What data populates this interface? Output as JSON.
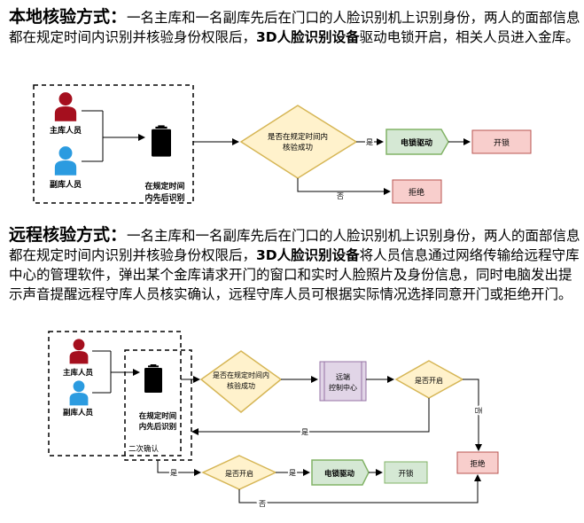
{
  "local": {
    "heading": "本地核验方式",
    "sep": "：",
    "text1": "一名主库和一名副库先后在门口的人脸识别机上识别身份，两人的面部信息都在规定时间内识别并核验身份权限后，",
    "emph": "3D人脸识别设备",
    "text2": "驱动电锁开启，相关人员进入金库。"
  },
  "remote": {
    "heading": "远程核验方式",
    "sep": "：",
    "text1": "一名主库和一名副库先后在门口的人脸识别机上识别身份，两人的面部信息都在规定时间内识别并核验身份权限后，",
    "emph": "3D人脸识别设备",
    "text2": "将人员信息通过网络传输给远程守库中心的管理软件，弹出某个金库请求开门的窗口和实时人脸照片及身份信息，同时电脑发出提示声音提醒远程守库人员核实确认，远程守库人员可根据实际情况选择同意开门或拒绝开门。"
  },
  "diagram1": {
    "person_main": "主库人员",
    "person_sub": "副库人员",
    "device_line1": "在规定时间",
    "device_line2": "内先后识别",
    "decision_line1": "是否在规定时间内",
    "decision_line2": "核验成功",
    "yes": "是",
    "no": "否",
    "drive": "电锁驱动",
    "open": "开锁",
    "reject": "拒绝"
  },
  "diagram2": {
    "person_main": "主库人员",
    "person_sub": "副库人员",
    "device_line1": "在规定时间",
    "device_line2": "内先后识别",
    "decision_line1": "是否在规定时间内",
    "decision_line2": "核验成功",
    "remote_line1": "远端",
    "remote_line2": "控制中心",
    "allow_q": "是否开启",
    "second_confirm": "二次确认",
    "yes": "是",
    "no": "否",
    "open_q": "是否开启",
    "drive": "电锁驱动",
    "open": "开锁",
    "reject": "拒绝"
  },
  "colors": {
    "person_red": "#a50f1e",
    "person_blue": "#2b9be0",
    "decision_fill": "#fff2cc",
    "decision_stroke": "#d6b656",
    "drive_fill": "#d5e8d4",
    "drive_stroke": "#82b366",
    "reject_fill": "#f8cecc",
    "reject_stroke": "#b85450",
    "remote_fill": "#e1d5e7",
    "remote_stroke": "#9673a6"
  }
}
